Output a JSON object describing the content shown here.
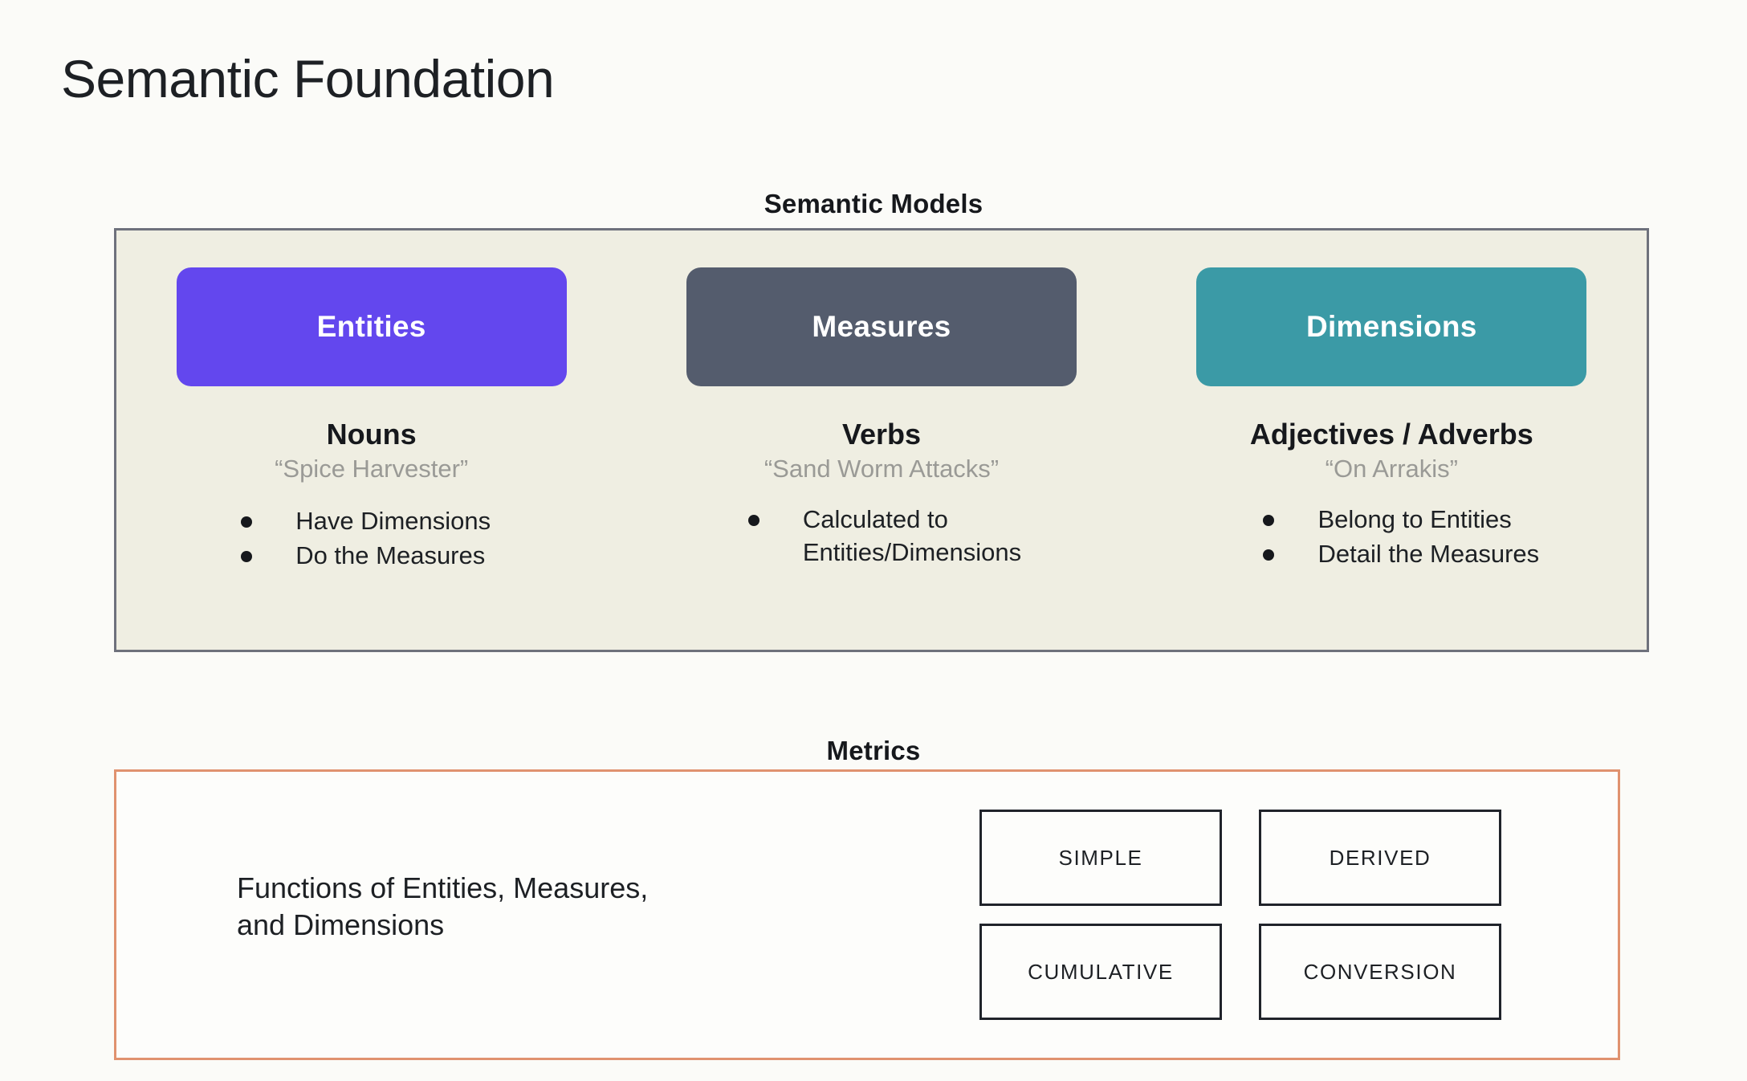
{
  "title": "Semantic Foundation",
  "semantic_models": {
    "caption": "Semantic Models",
    "panel_bg": "#efeee2",
    "panel_border": "#6e717c",
    "columns": [
      {
        "pill_label": "Entities",
        "pill_color": "#6347ee",
        "heading": "Nouns",
        "example": "“Spice Harvester”",
        "bullets": [
          "Have Dimensions",
          "Do the Measures"
        ]
      },
      {
        "pill_label": "Measures",
        "pill_color": "#545c6d",
        "heading": "Verbs",
        "example": "“Sand Worm Attacks”",
        "bullets": [
          "Calculated to\nEntities/Dimensions"
        ]
      },
      {
        "pill_label": "Dimensions",
        "pill_color": "#3b9aa6",
        "heading": "Adjectives / Adverbs",
        "example": "“On Arrakis”",
        "bullets": [
          "Belong to Entities",
          "Detail the Measures"
        ]
      }
    ]
  },
  "metrics": {
    "caption": "Metrics",
    "panel_border": "#e0926f",
    "description": "Functions of Entities, Measures,\nand Dimensions",
    "types": [
      "SIMPLE",
      "DERIVED",
      "CUMULATIVE",
      "CONVERSION"
    ]
  }
}
